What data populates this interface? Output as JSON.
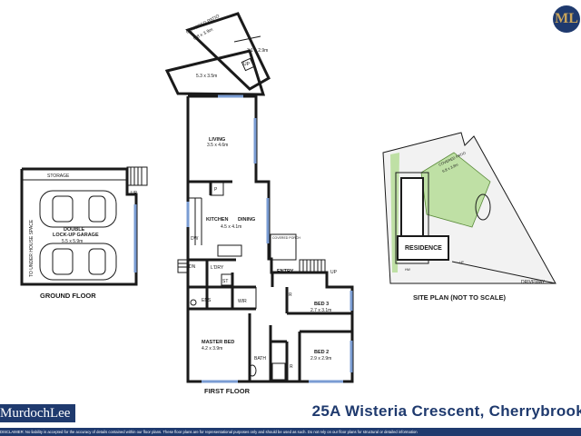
{
  "labels": {
    "covered_patio": "COVERED PATIO",
    "covered_patio_size": "6.8 x 3.9m",
    "deck_size": "3.1 x 2.9m",
    "up": "UP",
    "upper_deck_size": "5.3 x 3.5m",
    "living": "LIVING",
    "living_size": "3.5 x 4.6m",
    "kitchen": "KITCHEN",
    "dining": "DINING",
    "kitchen_size": "4.5 x 4.1m",
    "pantry": "P",
    "dw": "DW",
    "dn": "DN",
    "ldry": "L'DRY",
    "st": "ST",
    "ens": "ENS",
    "wir": "WIR",
    "covered_porch": "COVERED PORCH",
    "entry": "ENTRY",
    "robe": "R",
    "bed3": "BED 3",
    "bed3_size": "2.7 x 3.1m",
    "master_bed": "MASTER BED",
    "master_size": "4.2 x 3.9m",
    "bed2": "BED 2",
    "bed2_size": "2.9 x 2.9m",
    "bath": "BATH",
    "storage": "STORAGE",
    "garage": "DOUBLE",
    "garage2": "LOCK-UP GARAGE",
    "garage_size": "5.5 x 5.9m",
    "under_house": "TO UNDER HOUSE SPACE",
    "residence": "RESIDENCE",
    "driveway": "DRIVEWAY",
    "site_patio": "COVERED PATIO",
    "site_patio_size": "6.8 x 3.9m",
    "hw": "HW"
  },
  "captions": {
    "ground_floor": "GROUND FLOOR",
    "first_floor": "FIRST FLOOR",
    "site_plan": "SITE PLAN (NOT TO SCALE)"
  },
  "footer": {
    "brand": "MurdochLee",
    "address": "25A Wisteria Crescent, Cherrybrook",
    "disclaimer": "DISCLAIMER: No liability is accepted for the accuracy of details contained within our floor plans. These floor plans are for representational purposes only and should be used as such. Do not rely on our floor plans for structural or detailed information",
    "logo": "ML"
  },
  "colors": {
    "brand": "#1f3a6e",
    "gold": "#c9a45a",
    "window": "#7a9cd3",
    "lawn": "#bfe0a5"
  }
}
